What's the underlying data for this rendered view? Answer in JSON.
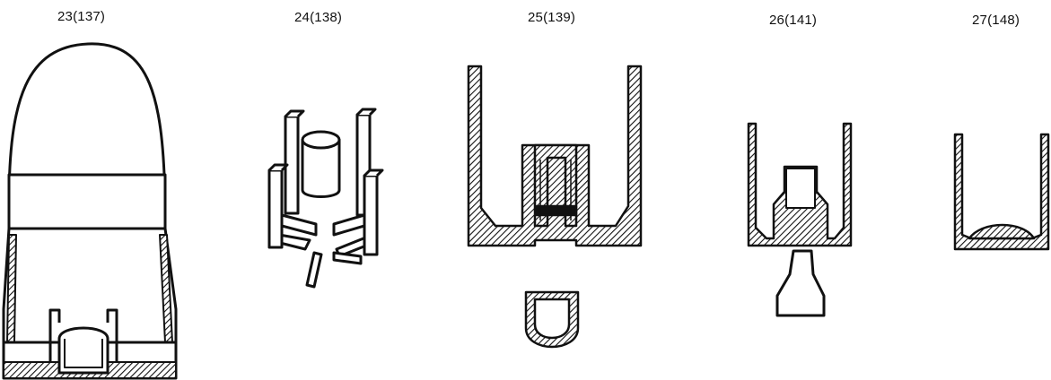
{
  "figures": [
    {
      "id": "fig-23",
      "label": "23(137)"
    },
    {
      "id": "fig-24",
      "label": "24(138)"
    },
    {
      "id": "fig-25",
      "label": "25(139)"
    },
    {
      "id": "fig-26",
      "label": "26(141)"
    },
    {
      "id": "fig-27",
      "label": "27(148)"
    }
  ],
  "colors": {
    "ink": "#111111",
    "background": "#ffffff"
  }
}
